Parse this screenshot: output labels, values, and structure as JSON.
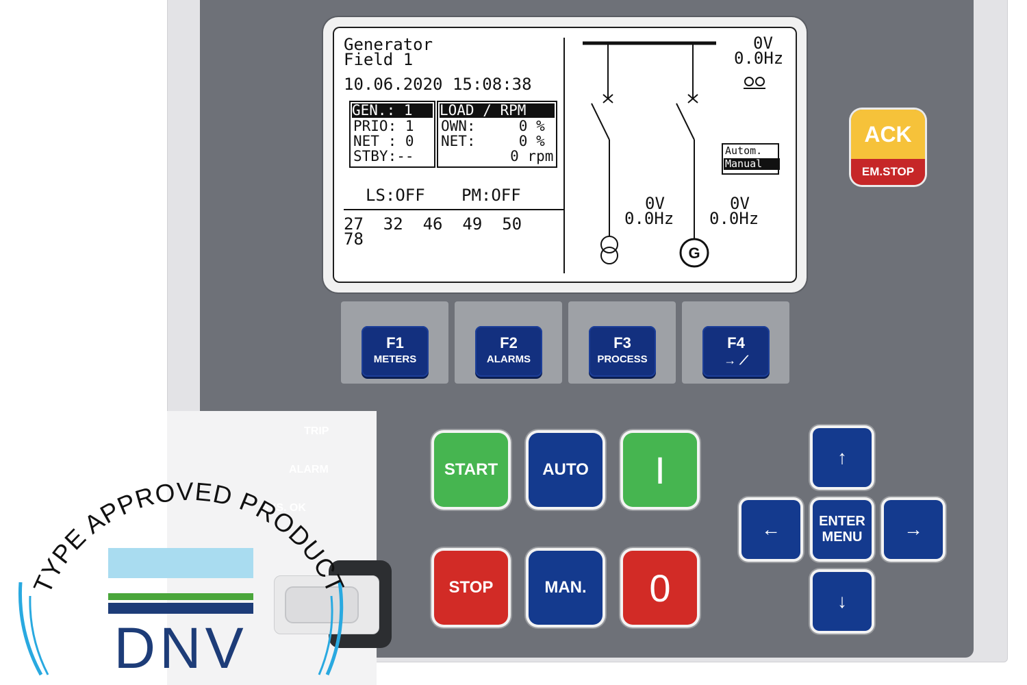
{
  "display": {
    "title_line1": "Generator",
    "title_line2": "Field 1",
    "datetime": "10.06.2020 15:08:38",
    "left_box": {
      "rows": [
        "GEN.: 1",
        "PRIO: 1",
        "NET : 0",
        "STBY:--"
      ]
    },
    "right_box": {
      "header": "LOAD / RPM",
      "rows": [
        "OWN:     0 %",
        "NET:     0 %",
        "        0 rpm"
      ]
    },
    "status": {
      "ls": "LS:OFF",
      "pm": "PM:OFF"
    },
    "alarm_codes_line1": "27  32  46  49  50",
    "alarm_codes_line2": "78",
    "busbar_voltage": "0V",
    "busbar_frequency": "0.0Hz",
    "grid_voltage": "0V",
    "grid_frequency": "0.0Hz",
    "gen_voltage": "0V",
    "gen_frequency": "0.0Hz",
    "gen_symbol": "G",
    "mode_autom": "Autom.",
    "mode_manual": "Manual"
  },
  "function_keys": [
    {
      "key": "F1",
      "label": "METERS"
    },
    {
      "key": "F2",
      "label": "ALARMS"
    },
    {
      "key": "F3",
      "label": "PROCESS"
    },
    {
      "key": "F4",
      "label": "→ ⟋"
    }
  ],
  "buttons": {
    "start": "START",
    "auto": "AUTO",
    "on": "I",
    "stop": "STOP",
    "man": "MAN.",
    "off": "0",
    "enter_line1": "ENTER",
    "enter_line2": "MENU",
    "ack_top": "ACK",
    "ack_bottom": "EM.STOP"
  },
  "led_labels": {
    "trip": "TRIP",
    "alarm": "ALARM",
    "sys": "SYS. OK"
  },
  "seal": {
    "arc_text": "TYPE APPROVED PRODUCT",
    "logo_text": "DNV"
  },
  "colors": {
    "panel": "#6e7178",
    "key_blue": "#143a8e",
    "key_green": "#46b550",
    "key_red": "#d22b26",
    "ack_yellow": "#f6c23a",
    "dnv_light_blue": "#a9dcf0",
    "dnv_green": "#4aa63b",
    "dnv_navy": "#1d3c78"
  }
}
